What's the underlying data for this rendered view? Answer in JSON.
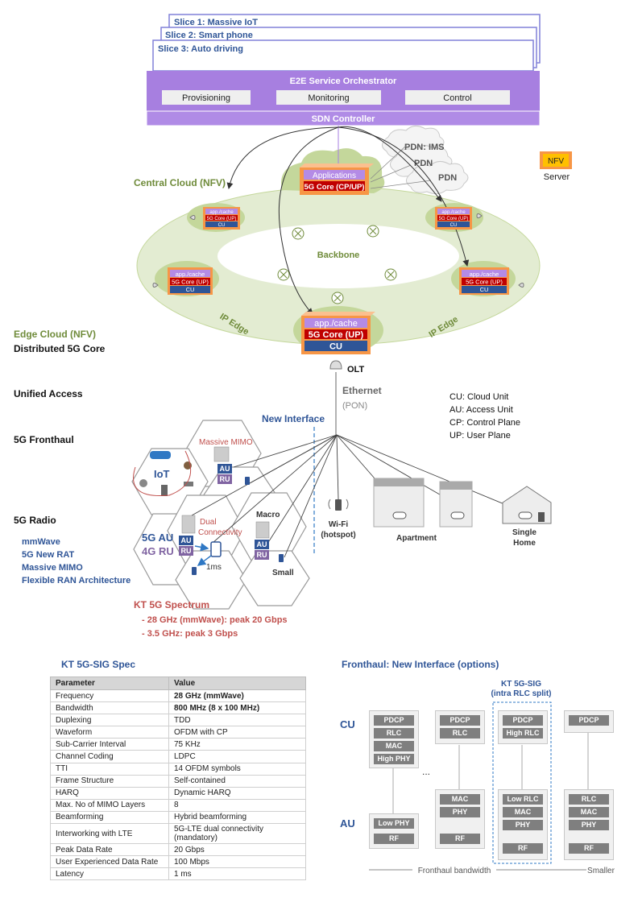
{
  "slices": [
    "Slice 1: Massive IoT",
    "Slice 2: Smart phone",
    "Slice 3: Auto driving"
  ],
  "orchestrator": {
    "title": "E2E Service Orchestrator",
    "functions": [
      "Provisioning",
      "Monitoring",
      "Control"
    ],
    "sdn": "SDN Controller"
  },
  "cloud": {
    "pdn": [
      "PDN: IMS",
      "PDN",
      "PDN"
    ],
    "legend_nfv": "NFV",
    "legend_server": "Server",
    "central_label": "Central Cloud (NFV)",
    "backbone": "Backbone",
    "ip_edge": "IP Edge",
    "central_server": [
      "Applications",
      "5G Core (CP/UP)"
    ],
    "edge_server": [
      "app./cache",
      "5G Core (UP)",
      "CU"
    ],
    "olt": "OLT"
  },
  "left_labels": {
    "edge_cloud": "Edge Cloud (NFV)",
    "distributed_core": "Distributed 5G Core",
    "unified_access": "Unified Access",
    "fronthaul": "5G Fronthaul",
    "radio": "5G Radio",
    "features": [
      "mmWave",
      "5G New RAT",
      "Massive MIMO",
      "Flexible RAN Architecture"
    ]
  },
  "access": {
    "ethernet": "Ethernet",
    "pon": "(PON)",
    "new_interface": "New Interface",
    "legend": [
      "CU: Cloud Unit",
      "AU: Access Unit",
      "CP: Control Plane",
      "UP: User Plane"
    ],
    "wifi": [
      "Wi-Fi",
      "(hotspot)"
    ],
    "apartment": "Apartment",
    "home": [
      "Single",
      "Home"
    ]
  },
  "radio": {
    "massive_mimo": "Massive MIMO",
    "iot": "IoT",
    "dual_connectivity": [
      "Dual",
      "Connectivity"
    ],
    "macro": "Macro",
    "small": "Small",
    "au_big": "5G AU",
    "ru_big": "4G RU",
    "au": "AU",
    "ru": "RU",
    "latency": "1ms"
  },
  "spectrum": {
    "title": "KT 5G Spectrum",
    "items": [
      "- 28 GHz (mmWave): peak 20 Gbps",
      "- 3.5 GHz: peak 3 Gbps"
    ]
  },
  "spec": {
    "title": "KT 5G-SIG Spec",
    "headers": [
      "Parameter",
      "Value"
    ],
    "rows": [
      [
        "Frequency",
        "28 GHz (mmWave)"
      ],
      [
        "Bandwidth",
        "800 MHz (8 x 100 MHz)"
      ],
      [
        "Duplexing",
        "TDD"
      ],
      [
        "Waveform",
        "OFDM with CP"
      ],
      [
        "Sub-Carrier Interval",
        "75 KHz"
      ],
      [
        "Channel Coding",
        "LDPC"
      ],
      [
        "TTI",
        "14 OFDM symbols"
      ],
      [
        "Frame Structure",
        "Self-contained"
      ],
      [
        "HARQ",
        "Dynamic HARQ"
      ],
      [
        "Max. No of MIMO Layers",
        "8"
      ],
      [
        "Beamforming",
        "Hybrid beamforming"
      ],
      [
        "Interworking with LTE",
        "5G-LTE dual connectivity (mandatory)"
      ],
      [
        "Peak Data Rate",
        "20 Gbps"
      ],
      [
        "User Experienced Data Rate",
        "100 Mbps"
      ],
      [
        "Latency",
        "1 ms"
      ]
    ]
  },
  "fronthaul": {
    "title": "Fronthaul: New Interface (options)",
    "sig_title": [
      "KT 5G-SIG",
      "(intra RLC split)"
    ],
    "cu": "CU",
    "au": "AU",
    "ellipsis": "...",
    "bandwidth": "Fronthaul bandwidth",
    "smaller": "Smaller",
    "options": [
      {
        "cu": [
          "PDCP",
          "RLC",
          "MAC",
          "High PHY"
        ],
        "au": [
          "Low PHY",
          "RF"
        ]
      },
      {
        "cu": [
          "PDCP",
          "RLC"
        ],
        "au": [
          "MAC",
          "PHY",
          "RF"
        ]
      },
      {
        "cu": [
          "PDCP",
          "High RLC"
        ],
        "au": [
          "Low RLC",
          "MAC",
          "PHY",
          "RF"
        ]
      },
      {
        "cu": [
          "PDCP"
        ],
        "au": [
          "RLC",
          "MAC",
          "PHY",
          "RF"
        ]
      }
    ]
  },
  "colors": {
    "orchestrator": "#a77fe0",
    "slice_border": "#7f7fe0",
    "cloud_green": "#c4d79b",
    "server_orange": "#f79646",
    "server_red": "#c00000",
    "server_blue": "#2f5597",
    "server_purple": "#b48be6",
    "text_blue": "#2f5597",
    "text_green": "#6f8b3a",
    "text_red": "#c0504d"
  }
}
